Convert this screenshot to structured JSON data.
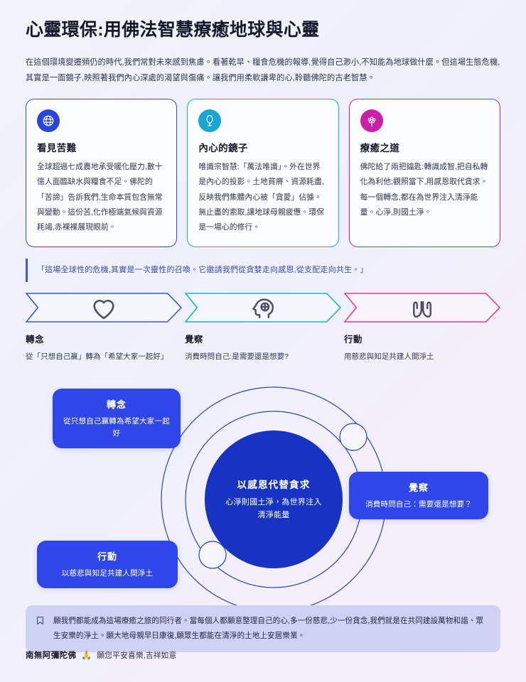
{
  "header": {
    "title": "心靈環保:用佛法智慧療癒地球與心靈",
    "intro": "在這個環境變遷頻仍的時代,我們常對未來感到焦慮。看著乾旱、糧食危機的報導,覺得自己渺小,不知能為地球做什麼。但這場生態危機,其實是一面鏡子,映照著我們內心深處的渴望與傷痛。讓我們用柔軟謙卑的心,聆聽佛陀的古老智慧。"
  },
  "cards": [
    {
      "icon": "globe-icon",
      "accent": "#2f4fe0",
      "title": "看見苦難",
      "body": "全球超過七成農地承受暖化壓力,數十億人面臨缺水與糧食不足。佛陀的「苦諦」告訴我們,生命本質包含無常與變動。這份苦,化作極端氣候與資源耗竭,赤裸裸展現眼前。"
    },
    {
      "icon": "mirror-icon",
      "accent": "#13b2dd",
      "title": "內心的鏡子",
      "body": "唯識宗智慧:「萬法唯識」。外在世界是內心的投影。土地貧瘠、資源耗盡,反映我們集體內心被「貪愛」佔據。無止盡的索取,讓地球母親疲憊。環保是一場心的修行。"
    },
    {
      "icon": "lotus-icon",
      "accent": "#d61fa8",
      "title": "療癒之道",
      "body": "佛陀給了兩把鑰匙:轉識成智,把自私轉化為利他;觀照當下,用感恩取代貪求。每一個轉念,都在為世界注入清淨能量。心淨,則國土淨。"
    }
  ],
  "quote": {
    "text": "「這場全球性的危機,其實是一次靈性的召喚。它邀請我們從貪婪走向感恩,從支配走向共生。」",
    "accent": "#4558d8"
  },
  "steps": [
    {
      "icon": "heart-icon",
      "accent": "#3b56d6",
      "title": "轉念",
      "desc": "從「只想自己贏」轉為「希望大家一起好」"
    },
    {
      "icon": "mind-head-icon",
      "accent": "#12b5e0",
      "title": "覺察",
      "desc": "消費時問自己:是需要還是想要?"
    },
    {
      "icon": "open-hands-icon",
      "accent": "#e0399f",
      "title": "行動",
      "desc": "用慈悲與知足共建人間淨土"
    }
  ],
  "diagram": {
    "core": {
      "title": "以感恩代替貪求",
      "desc": "心淨則國土淨，為世界注入清淨能量"
    },
    "nodes": [
      {
        "title": "轉念",
        "desc": "從只想自己贏轉為希望大家一起好"
      },
      {
        "title": "覺察",
        "desc": "消費時問自己：需要還是想要？"
      },
      {
        "title": "行動",
        "desc": "以慈悲與知足共建人間淨土"
      }
    ],
    "ring_color": "#2a43cc",
    "node_color": "#2f47ea",
    "core_color": "#1733c4"
  },
  "note": {
    "icon": "bookmark-icon",
    "text": "願我們都能成為這場療癒之旅的同行者。當每個人都願意整理自己的心,多一份慈悲,少一份貪念,我們就是在共同建設萬物和諧、眾生安樂的淨土。願大地母親早日康復,願眾生都能在清淨的土地上安居樂業。"
  },
  "signature": {
    "name": "南無阿彌陀佛",
    "emoji": "🙏",
    "wish": "願您平安喜樂,吉祥如意"
  }
}
